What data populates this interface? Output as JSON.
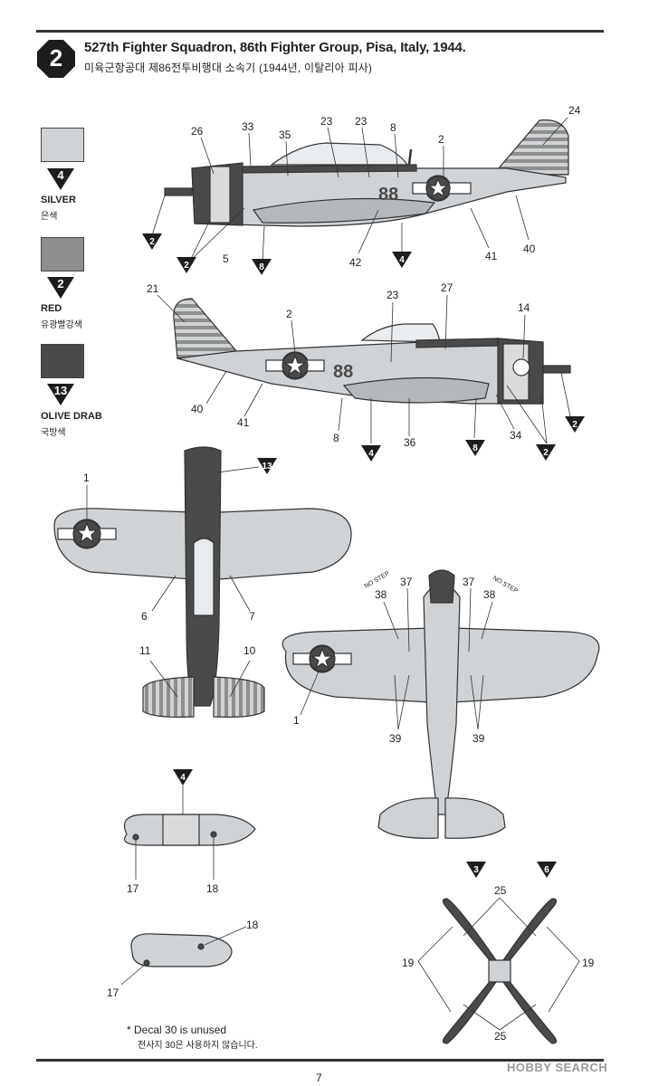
{
  "header": {
    "step_number": "2",
    "title": "527th Fighter Squadron, 86th Fighter Group, Pisa, Italy, 1944.",
    "subtitle_korean": "미육군항공대 제86전투비행대 소속기 (1944년, 이탈리아 피사)"
  },
  "colors": [
    {
      "number": "4",
      "name": "SILVER",
      "korean": "은색",
      "hex": "#cfd3d6"
    },
    {
      "number": "2",
      "name": "RED",
      "korean": "유광빨강색",
      "hex": "#8e8e8e"
    },
    {
      "number": "13",
      "name": "OLIVE DRAB",
      "korean": "국방색",
      "hex": "#4a4a4a"
    }
  ],
  "side_left": {
    "codes": "88",
    "callouts": [
      "26",
      "33",
      "35",
      "23",
      "23",
      "8",
      "2",
      "24",
      "2",
      "2",
      "5",
      "8",
      "42",
      "4",
      "41",
      "40"
    ]
  },
  "side_right": {
    "codes": "88",
    "callouts": [
      "21",
      "2",
      "23",
      "27",
      "14",
      "40",
      "41",
      "8",
      "4",
      "36",
      "8",
      "34",
      "2",
      "2"
    ]
  },
  "top_view": {
    "callouts": [
      "13",
      "1",
      "6",
      "7",
      "11",
      "10"
    ]
  },
  "bottom_view": {
    "callouts": [
      "37",
      "37",
      "38",
      "38",
      "1",
      "39",
      "39"
    ],
    "stencils": [
      "NO STEP",
      "NO STEP"
    ]
  },
  "drop_tank": {
    "callouts": [
      "4",
      "17",
      "18"
    ]
  },
  "small_tank": {
    "callouts": [
      "18",
      "17"
    ]
  },
  "propeller": {
    "callouts": [
      "3",
      "6",
      "25",
      "19",
      "19",
      "25"
    ]
  },
  "footnote": {
    "english": "* Decal 30 is unused",
    "korean": "전사지 30은 사용하지 않습니다."
  },
  "page_number": "7",
  "watermark": "HOBBY SEARCH"
}
